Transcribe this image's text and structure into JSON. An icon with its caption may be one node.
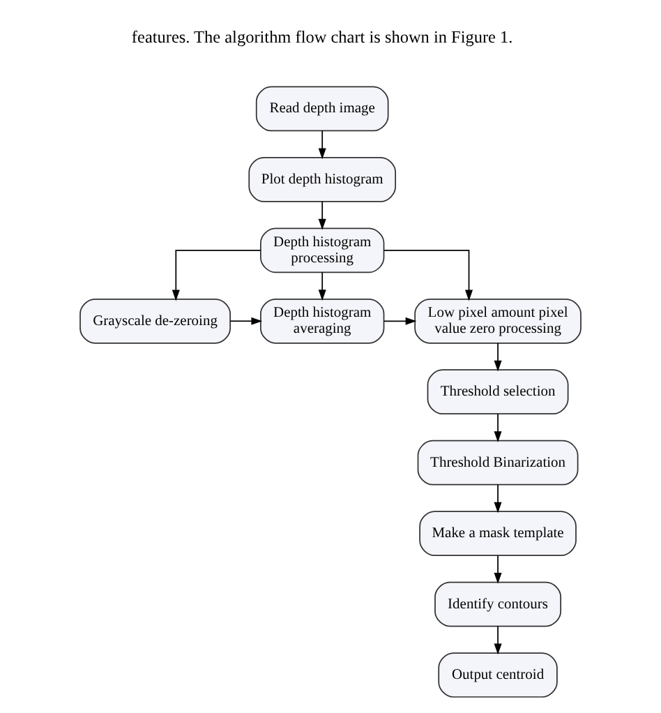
{
  "diagram": {
    "nodes": [
      {
        "text": [
          "Read depth image"
        ]
      },
      {
        "text": [
          "Plot depth histogram"
        ]
      },
      {
        "text": [
          "Depth histogram processing"
        ]
      },
      {
        "text": [
          "Grayscale de-zeroing"
        ]
      },
      {
        "text": [
          "Depth histogram averaging"
        ]
      },
      {
        "text": [
          "Low pixel amount pixel value zero processing"
        ]
      },
      {
        "text": [
          "Threshold selection"
        ]
      },
      {
        "text": [
          "Threshold Binarization"
        ]
      },
      {
        "text": [
          "Make a mask template"
        ]
      },
      {
        "text": [
          "Identify contours"
        ]
      },
      {
        "text": [
          "Output centroid"
        ]
      }
    ],
    "edges": [
      {
        "from": 0,
        "to": 1,
        "arrow": "to"
      },
      {
        "from": 1,
        "to": 2,
        "arrow": "to"
      },
      {
        "from": 2,
        "to": 3,
        "arrow": "to"
      },
      {
        "from": 2,
        "to": 4,
        "arrow": "to"
      },
      {
        "from": 2,
        "to": 5,
        "arrow": "to"
      },
      {
        "from": 3,
        "to": 4,
        "arrow": "to"
      },
      {
        "from": 4,
        "to": 5,
        "arrow": "to"
      },
      {
        "from": 5,
        "to": 6,
        "arrow": "to"
      },
      {
        "from": 6,
        "to": 7,
        "arrow": "to"
      },
      {
        "from": 7,
        "to": 8,
        "arrow": "to"
      },
      {
        "from": 8,
        "to": 9,
        "arrow": "to"
      },
      {
        "from": 9,
        "to": 10,
        "arrow": "to"
      }
    ],
    "labels": [
      "features. The algorithm flow chart is shown in Figure 1."
    ]
  }
}
